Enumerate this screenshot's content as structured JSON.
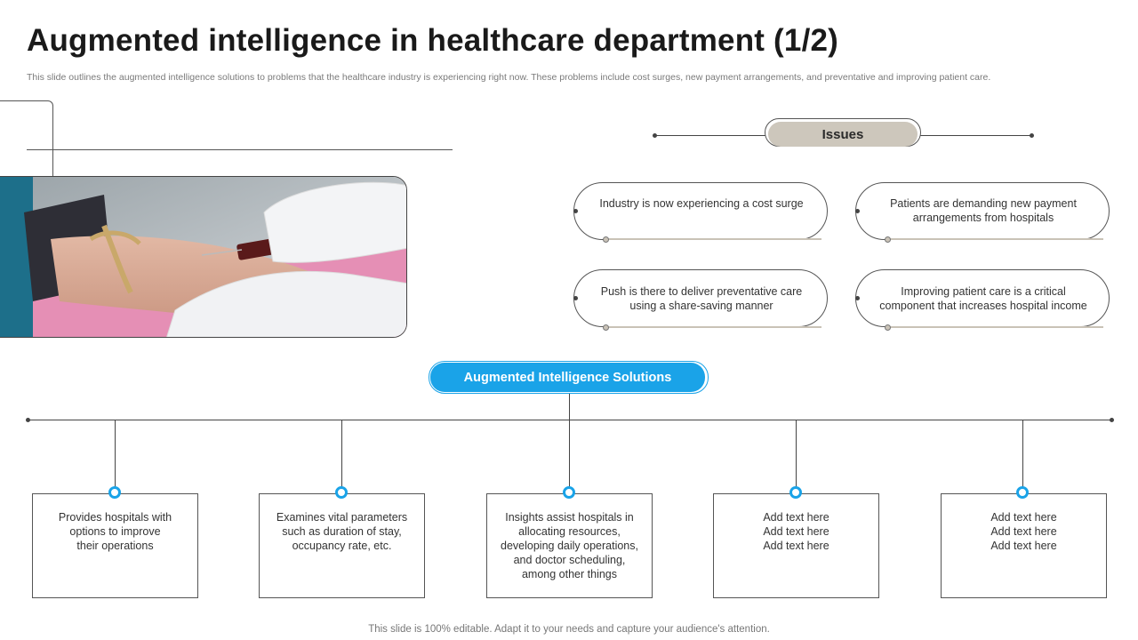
{
  "slide": {
    "title": "Augmented intelligence in healthcare department (1/2)",
    "subtitle": "This slide outlines the augmented intelligence solutions to problems that the healthcare industry is experiencing right now. These problems include cost surges, new payment arrangements, and preventative and improving patient care.",
    "footer": "This slide is 100% editable. Adapt it to your needs and capture your audience's attention."
  },
  "issues": {
    "header": "Issues",
    "items": [
      {
        "text": "Industry is now experiencing a cost surge"
      },
      {
        "text": "Patients are demanding new payment arrangements from hospitals"
      },
      {
        "text": "Push is there to deliver preventative care using a share-saving  manner"
      },
      {
        "text": "Improving  patient care is a critical component that increases hospital income"
      }
    ]
  },
  "solutions": {
    "header": "Augmented Intelligence Solutions",
    "items": [
      {
        "lines": [
          "Provides  hospitals with",
          "options to improve",
          "their operations"
        ]
      },
      {
        "lines": [
          "Examines vital parameters",
          "such as duration of stay,",
          "occupancy rate, etc."
        ]
      },
      {
        "lines": [
          "Insights assist hospitals in",
          "allocating resources,",
          "developing  daily operations,",
          "and doctor scheduling,",
          "among other things"
        ]
      },
      {
        "lines": [
          "Add text here",
          "Add text here",
          "Add text here"
        ]
      },
      {
        "lines": [
          "Add text here",
          "Add text here",
          "Add text here"
        ]
      }
    ]
  },
  "colors": {
    "accent": "#1aa3e8",
    "issues_pill": "#cdc7bc"
  },
  "image": {
    "subject": "gloved hands drawing blood from an arm with a tourniquet"
  }
}
